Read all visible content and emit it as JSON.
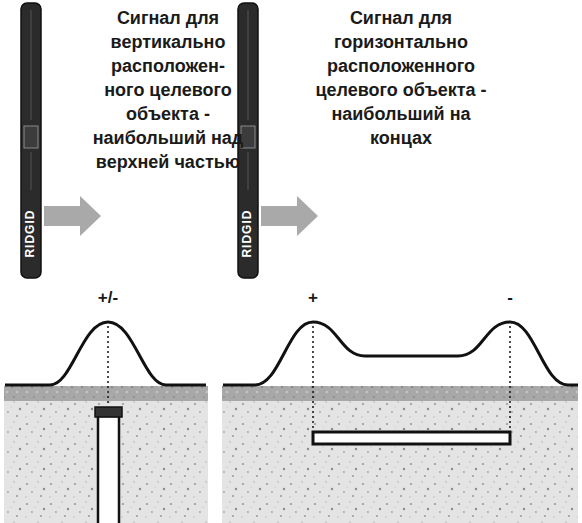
{
  "diagram": {
    "labels": [
      "Сигнал для вертикально расположен- ного целевого объекта - наибольший над верхней частью",
      "Сигнал для горизонтально расположенного целевого объекта - наибольший на концах",
      "RIDGID",
      "RIDGID",
      "+/-",
      "+",
      "-"
    ]
  }
}
